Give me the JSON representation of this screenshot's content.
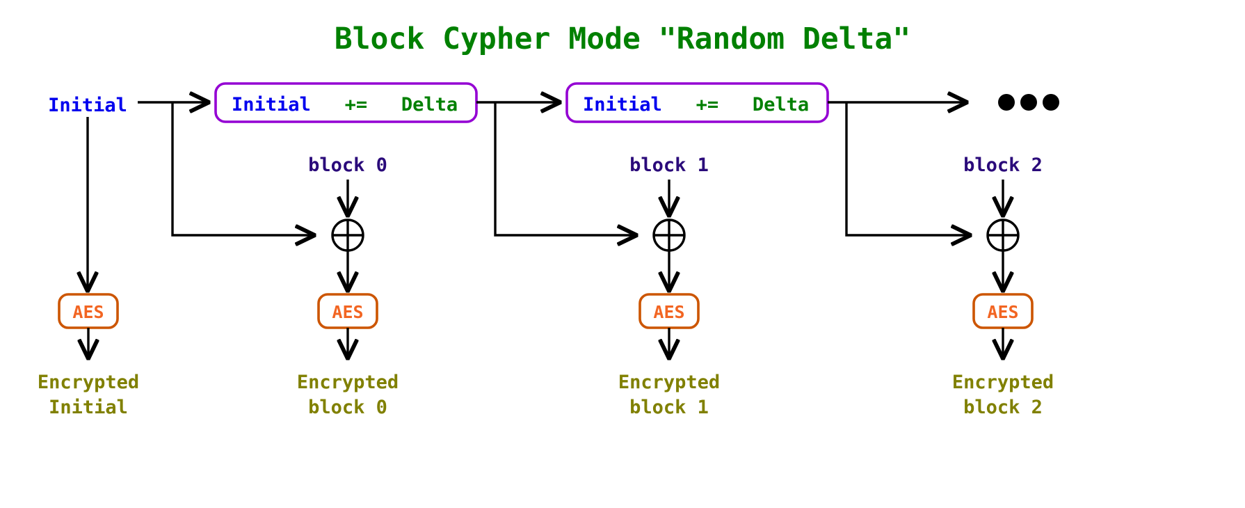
{
  "diagram": {
    "title": "Block Cypher Mode \"Random Delta\"",
    "kind": "block-cipher-mode-dataflow",
    "colors": {
      "title_green": "#008000",
      "keyword_blue": "#0000EE",
      "operator_green": "#008000",
      "delta_box_border_purple": "#9400D3",
      "block_label_navy": "#2A0A7A",
      "aes_border_orange": "#CC5500",
      "aes_text_orange": "#F26522",
      "output_olive": "#808000",
      "line_black": "#000000",
      "background": "#FFFFFF"
    },
    "labels": {
      "initial": "Initial",
      "delta_expr_lhs": "Initial",
      "delta_expr_op": "+=",
      "delta_expr_rhs": "Delta",
      "aes": "AES",
      "ellipsis": "●●●",
      "xor_symbol": "⊕"
    },
    "columns": [
      {
        "id": "col-initial",
        "input_label": "Initial",
        "has_delta_box": false,
        "has_xor": false,
        "cipher": "AES",
        "output_line1": "Encrypted",
        "output_line2": "Initial"
      },
      {
        "id": "col-block-0",
        "input_label": "block 0",
        "has_delta_box": true,
        "delta_box_text": "Initial += Delta",
        "has_xor": true,
        "cipher": "AES",
        "output_line1": "Encrypted",
        "output_line2": "block 0"
      },
      {
        "id": "col-block-1",
        "input_label": "block 1",
        "has_delta_box": true,
        "delta_box_text": "Initial += Delta",
        "has_xor": true,
        "cipher": "AES",
        "output_line1": "Encrypted",
        "output_line2": "block 1"
      },
      {
        "id": "col-block-2",
        "input_label": "block 2",
        "has_delta_box": false,
        "has_xor": true,
        "cipher": "AES",
        "output_line1": "Encrypted",
        "output_line2": "block 2"
      }
    ]
  }
}
